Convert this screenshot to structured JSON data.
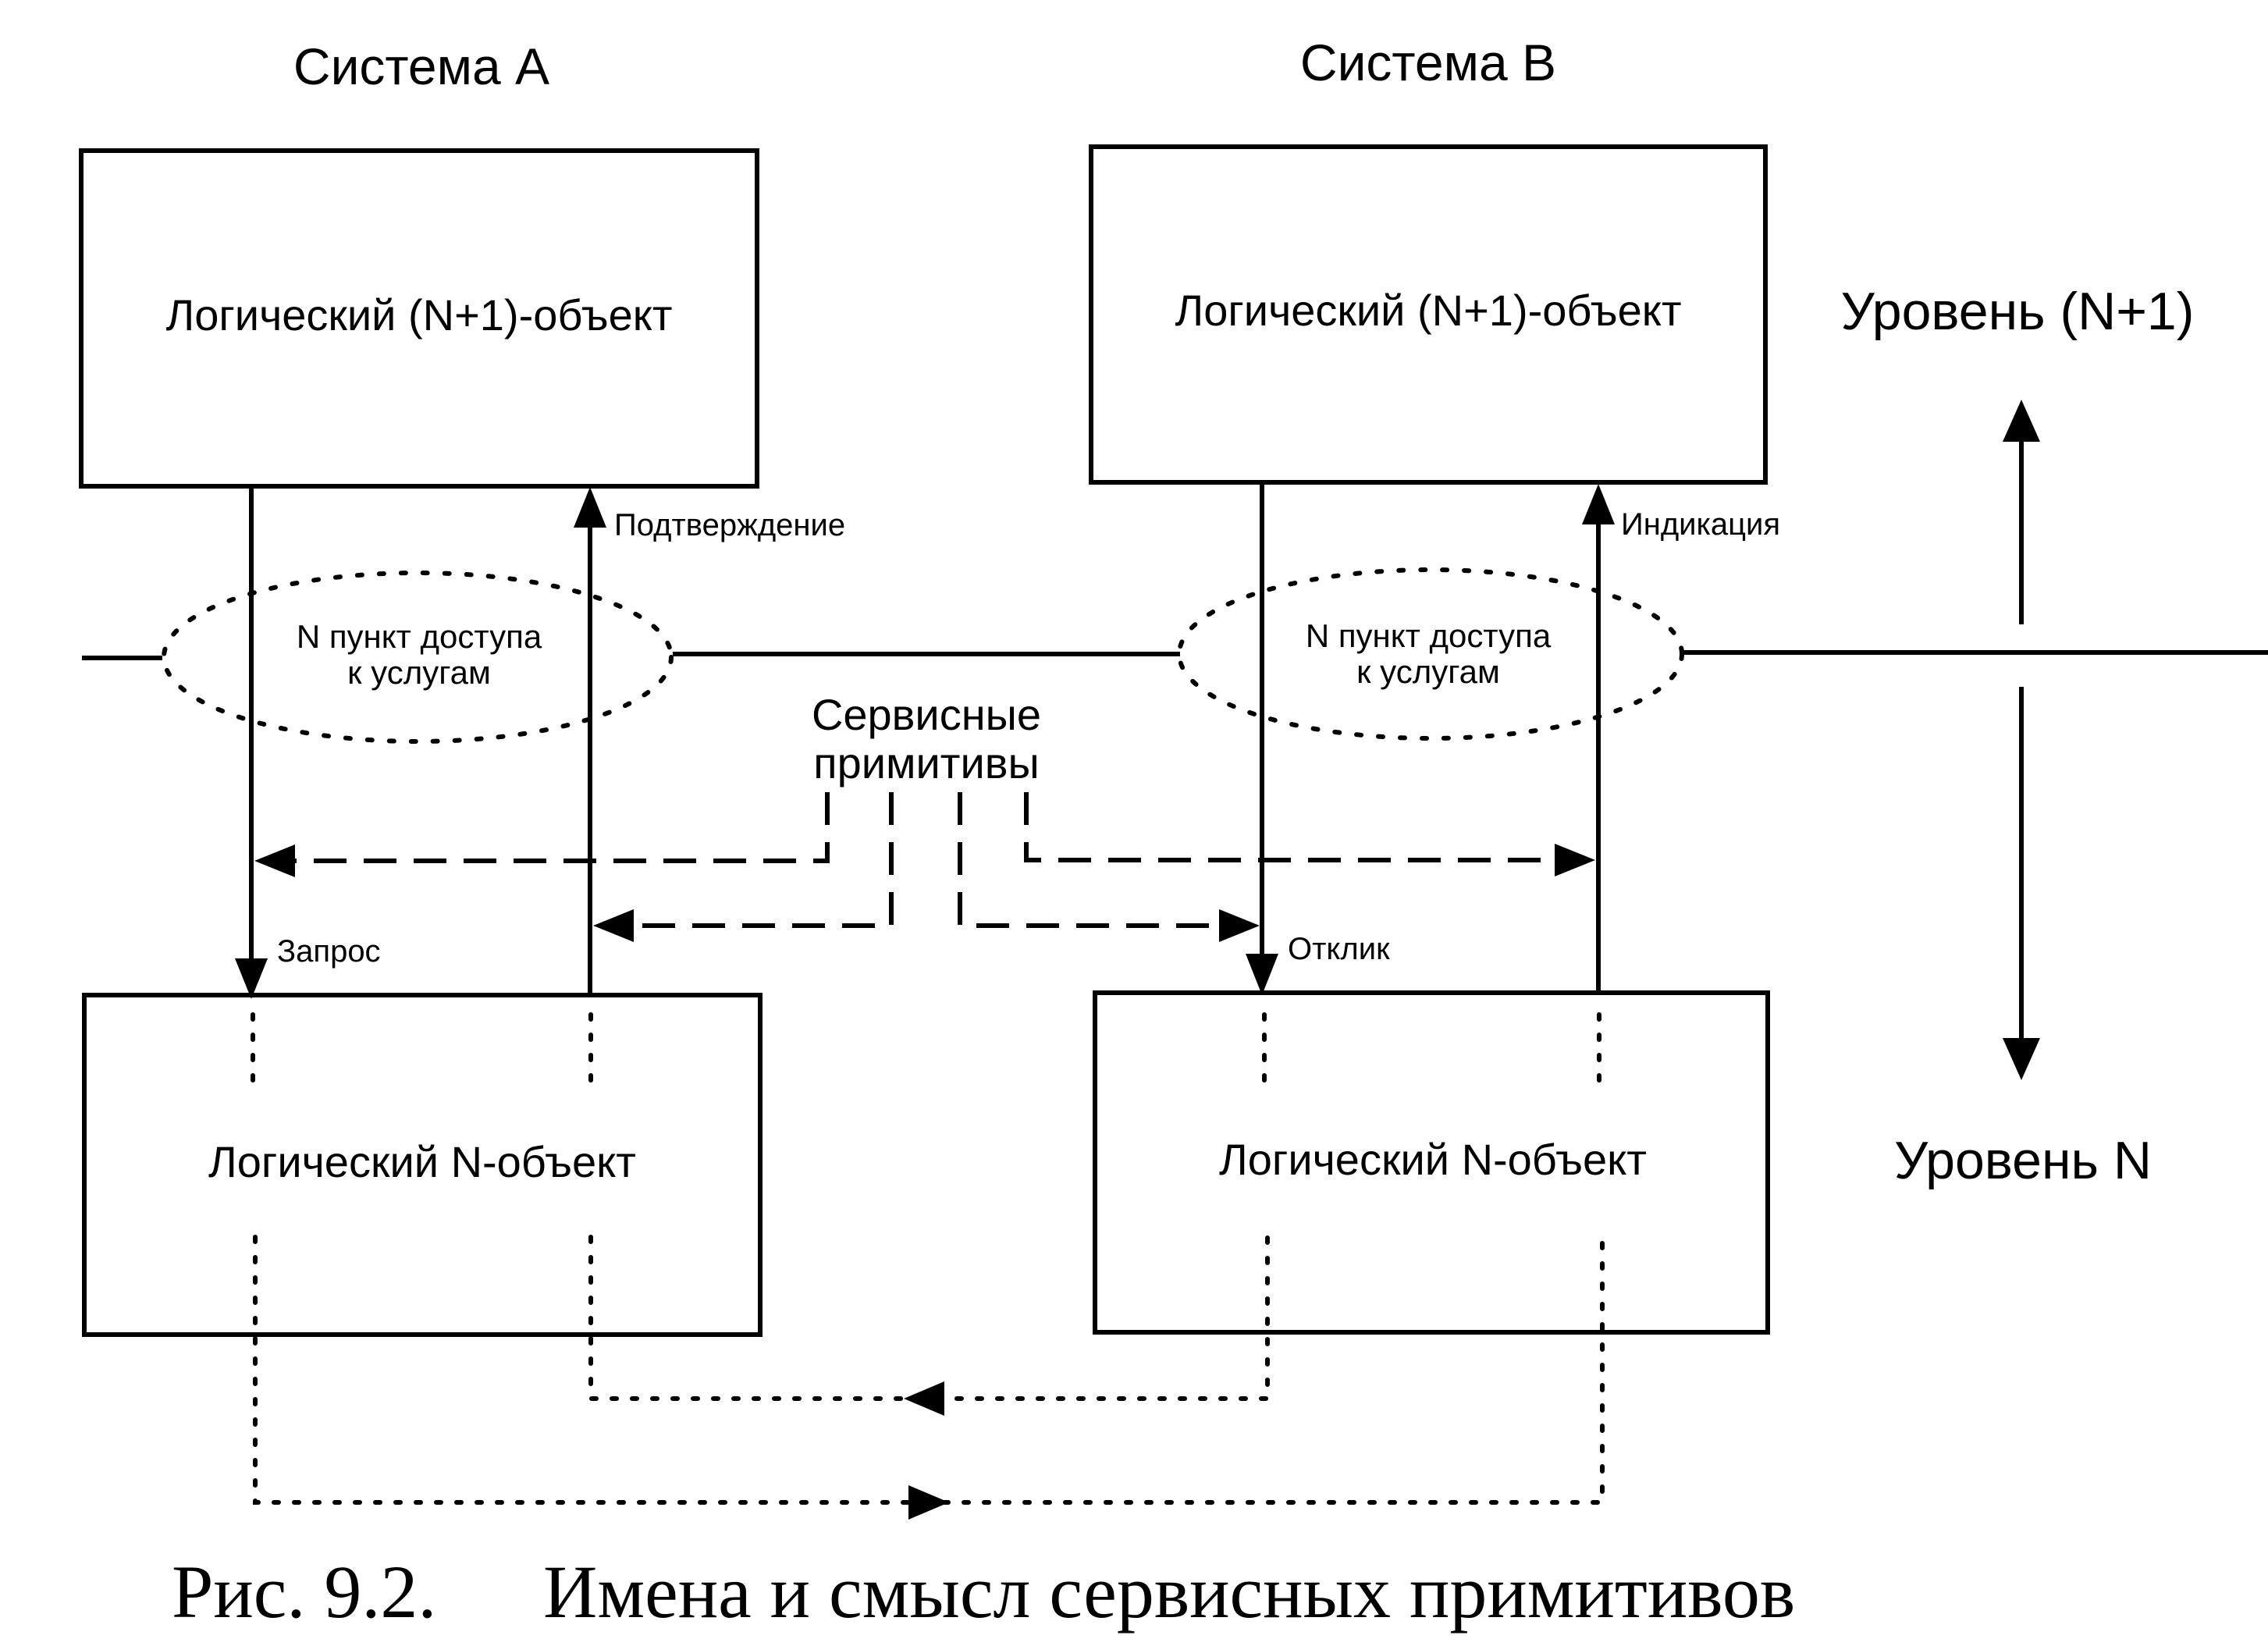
{
  "system_a": {
    "title": "Система A",
    "upper_box": "Логический (N+1)-объект",
    "lower_box": "Логический N-объект",
    "sap_line1": "N пункт доступа",
    "sap_line2": "к услугам",
    "down_arrow_label": "Запрос",
    "up_arrow_label": "Подтверждение"
  },
  "system_b": {
    "title": "Система B",
    "upper_box": "Логический (N+1)-объект",
    "lower_box": "Логический N-объект",
    "sap_line1": "N пункт доступа",
    "sap_line2": "к услугам",
    "down_arrow_label": "Отклик",
    "up_arrow_label": "Индикация"
  },
  "service_primitives": {
    "line1": "Сервисные",
    "line2": "примитивы"
  },
  "levels": {
    "upper": "Уровень (N+1)",
    "lower": "Уровень N"
  },
  "caption": {
    "number": "Рис.  9.2.",
    "text": "Имена и смысл сервисных примитивов"
  }
}
